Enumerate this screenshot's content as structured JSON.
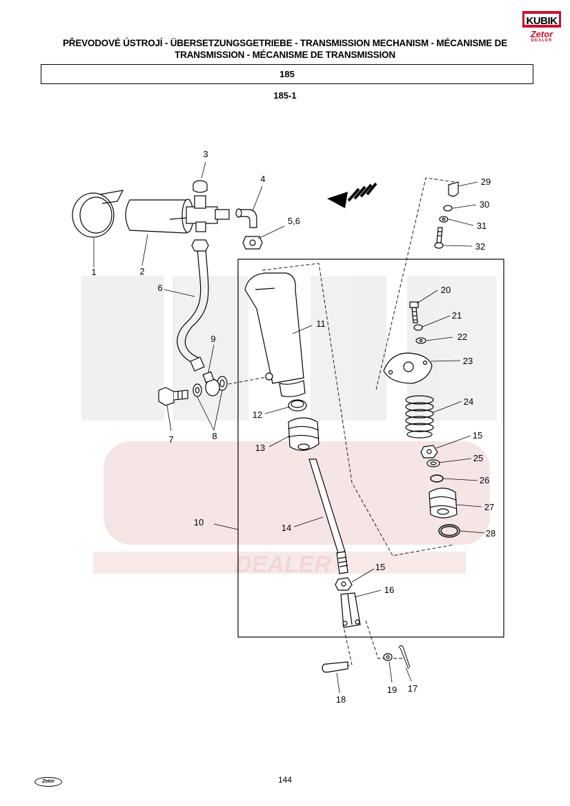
{
  "header": {
    "title": "PŘEVODOVÉ ÚSTROJÍ - ÜBERSETZUNGSGETRIEBE - TRANSMISSION MECHANISM - MÉCANISME DE TRANSMISSION - MÉCANISME DE TRANSMISSION",
    "section": "185",
    "figure": "185-1"
  },
  "logo": {
    "brand": "KUBIK",
    "sub": "Zetor",
    "tag": "DEALER"
  },
  "watermark": {
    "brand": "KUBIK",
    "sub": "Zetor",
    "tag": "DEALER",
    "color": "#f2d9d9",
    "gray": "#eeeeee"
  },
  "callouts": [
    "1",
    "2",
    "3",
    "4",
    "5,6",
    "6",
    "7",
    "8",
    "9",
    "10",
    "11",
    "12",
    "13",
    "14",
    "15",
    "15",
    "16",
    "17",
    "18",
    "19",
    "20",
    "21",
    "22",
    "23",
    "24",
    "25",
    "26",
    "27",
    "28",
    "29",
    "30",
    "31",
    "32"
  ],
  "footer": {
    "page": "144",
    "logo": "Zetor"
  }
}
